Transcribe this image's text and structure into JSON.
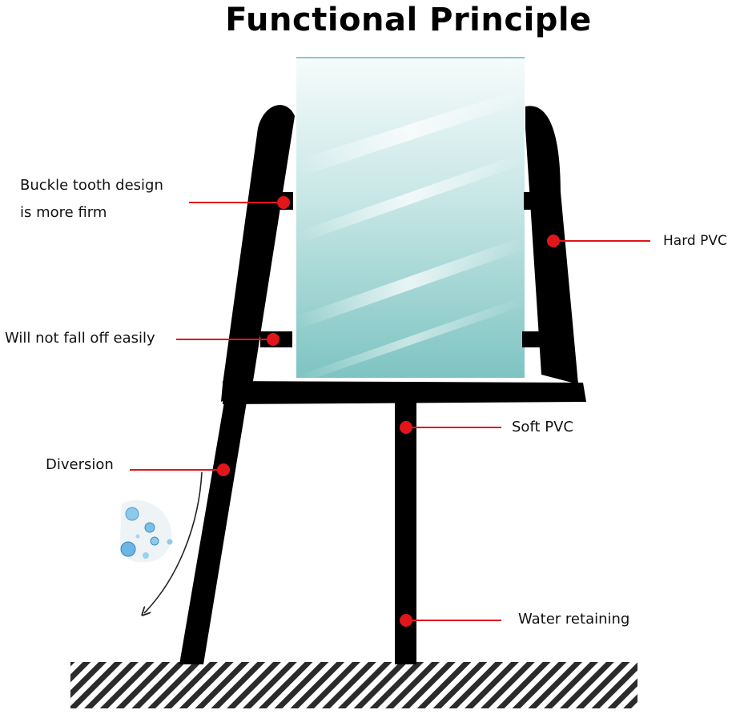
{
  "title": "Functional Principle",
  "labels": {
    "buckle_tooth_line1": "Buckle tooth design",
    "buckle_tooth_line2": "is more firm",
    "hard_pvc": "Hard PVC",
    "will_not_fall_off": "Will not fall off easily",
    "soft_pvc": "Soft PVC",
    "diversion": "Diversion",
    "water_retaining": "Water retaining"
  },
  "colors": {
    "seal_profile": "#000000",
    "pointer": "#e0161a",
    "glass_top": "#f6fbfb",
    "glass_bottom": "#7ec4c2",
    "hatch": "#2b2b2b"
  }
}
